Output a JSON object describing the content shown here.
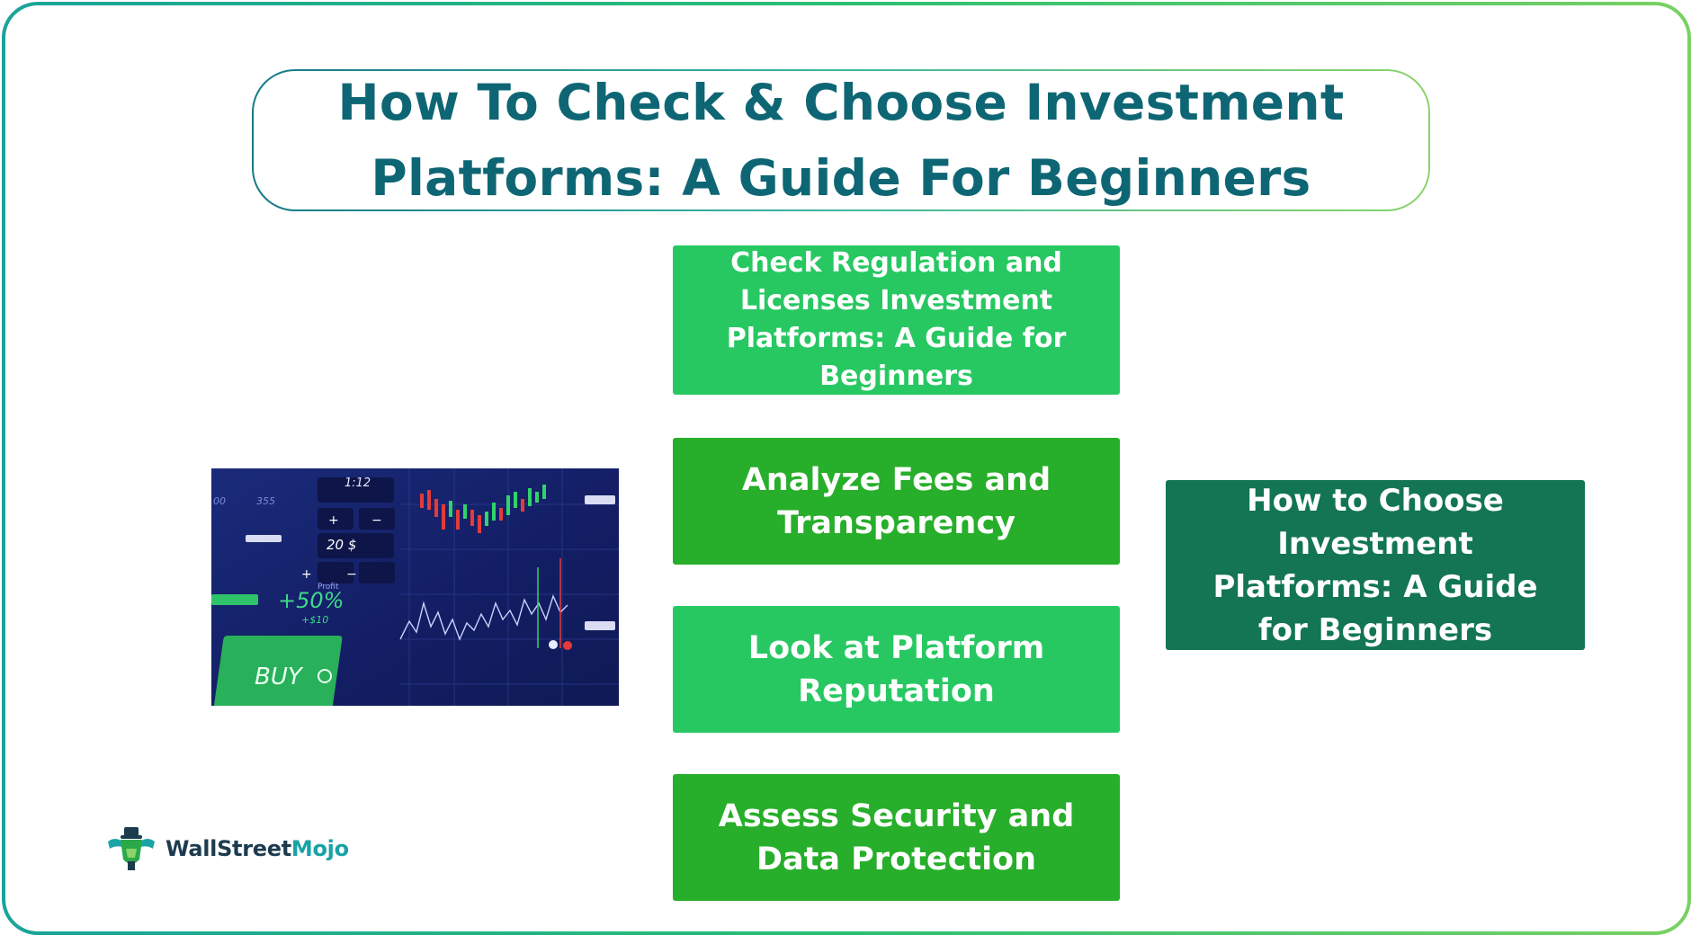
{
  "title": {
    "line1": "How To Check & Choose Investment",
    "line2": "Platforms: A Guide For Beginners"
  },
  "steps": [
    {
      "label": "Check Regulation and Licenses Investment Platforms: A Guide for Beginners",
      "style": "light"
    },
    {
      "label": "Analyze Fees and Transparency",
      "style": "dark"
    },
    {
      "label": "Look at Platform Reputation",
      "style": "light"
    },
    {
      "label": "Assess Security and Data Protection",
      "style": "dark"
    }
  ],
  "side_box": {
    "label": "How to Choose Investment Platforms: A Guide for Beginners"
  },
  "photo": {
    "time": "1:12",
    "amount": "20 $",
    "profit_label": "Profit",
    "profit_percent": "+50%",
    "profit_value": "+$10",
    "buy_label": "BUY",
    "left_number": "355",
    "left_number2": "00"
  },
  "logo": {
    "part1": "WallStreet",
    "part2": "Mojo"
  },
  "colors": {
    "title": "#0e6674",
    "step_light": "#27c862",
    "step_dark": "#27ae2a",
    "side_box": "#137553",
    "border_start": "#1aa39a",
    "border_end": "#79d163"
  }
}
